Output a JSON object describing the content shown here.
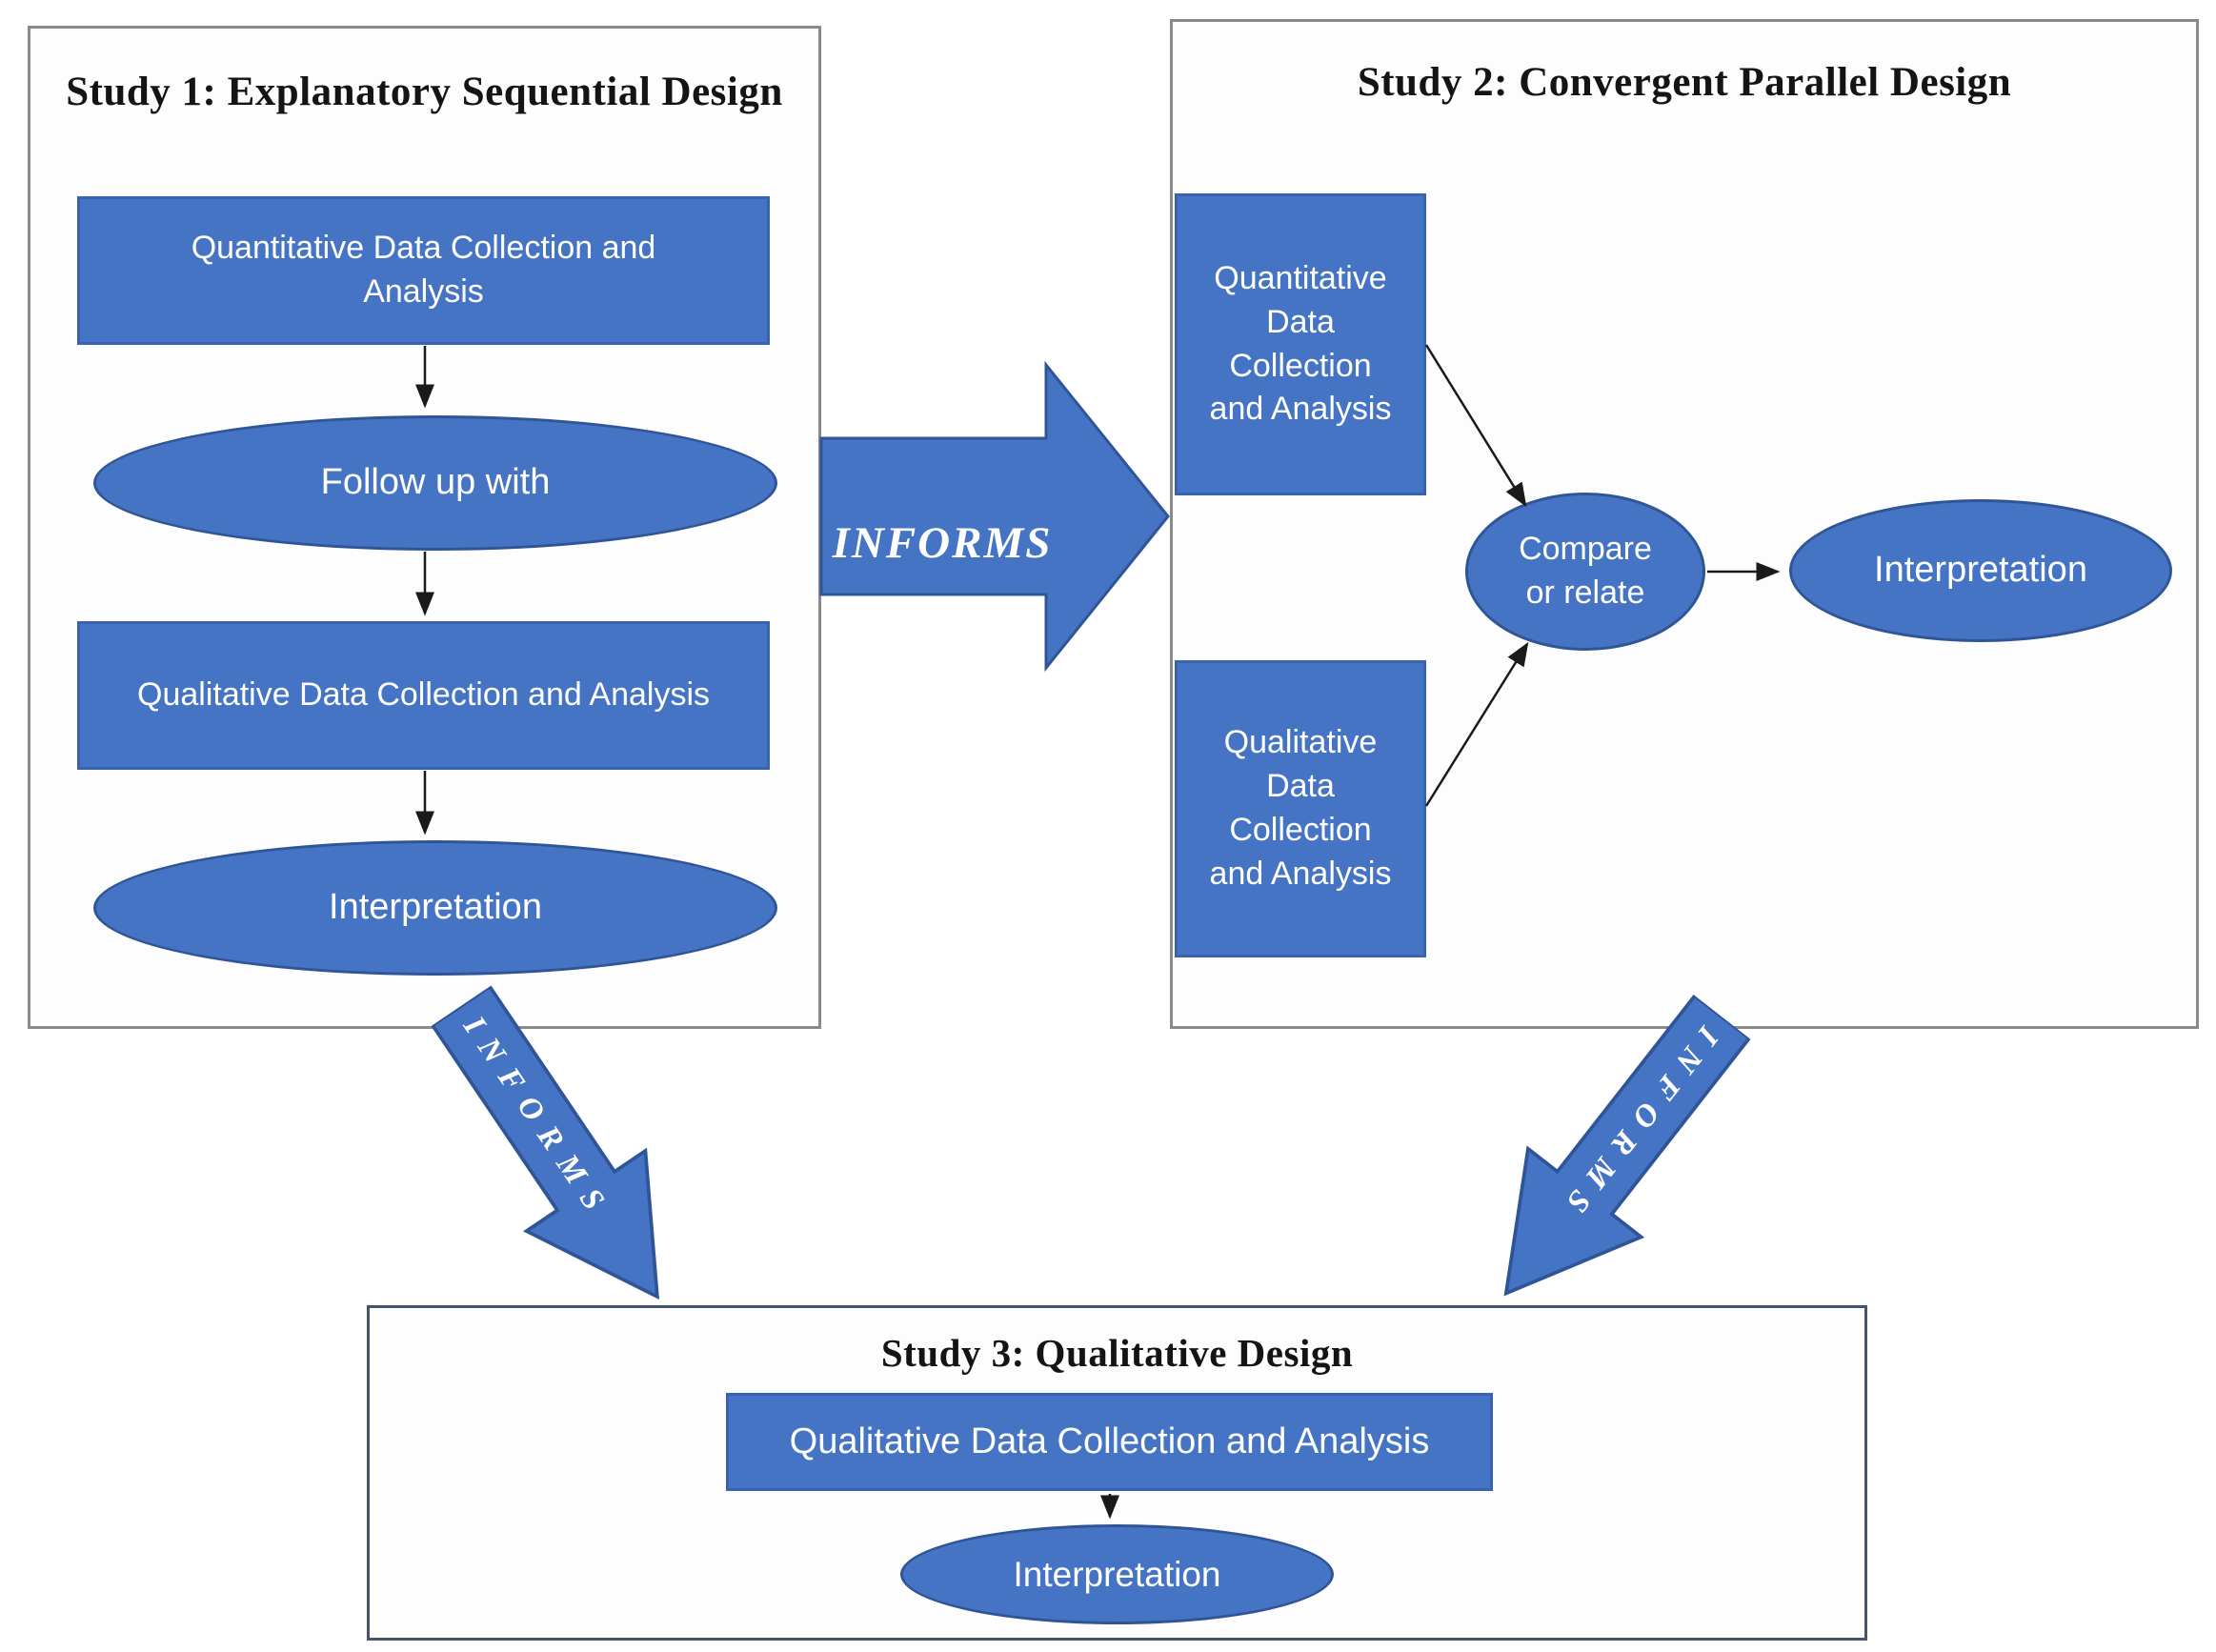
{
  "colors": {
    "shape_fill": "#4674c5",
    "shape_border": "#2f5597",
    "panel_border": "#8a8a8a",
    "study3_panel_border": "#44546a",
    "connector": "#1a1a1a",
    "title_text": "#141414",
    "node_text": "#ffffff"
  },
  "study1": {
    "title": "Study 1: Explanatory Sequential Design",
    "box_quant": "Quantitative Data Collection and Analysis",
    "ellipse_followup": "Follow up with",
    "box_qual": "Qualitative Data Collection and Analysis",
    "ellipse_interpretation": "Interpretation"
  },
  "study2": {
    "title": "Study 2: Convergent Parallel Design",
    "box_quant": "Quantitative\nData\nCollection\nand Analysis",
    "box_qual": "Qualitative\nData\nCollection\nand Analysis",
    "ellipse_compare": "Compare\nor relate",
    "ellipse_interpretation": "Interpretation"
  },
  "study3": {
    "title": "Study 3: Qualitative Design",
    "box_qual": "Qualitative Data Collection and Analysis",
    "ellipse_interpretation": "Interpretation"
  },
  "arrows": {
    "informs_horizontal": "INFORMS",
    "informs_left_diagonal": "INFORMS",
    "informs_right_diagonal": "INFORMS"
  }
}
